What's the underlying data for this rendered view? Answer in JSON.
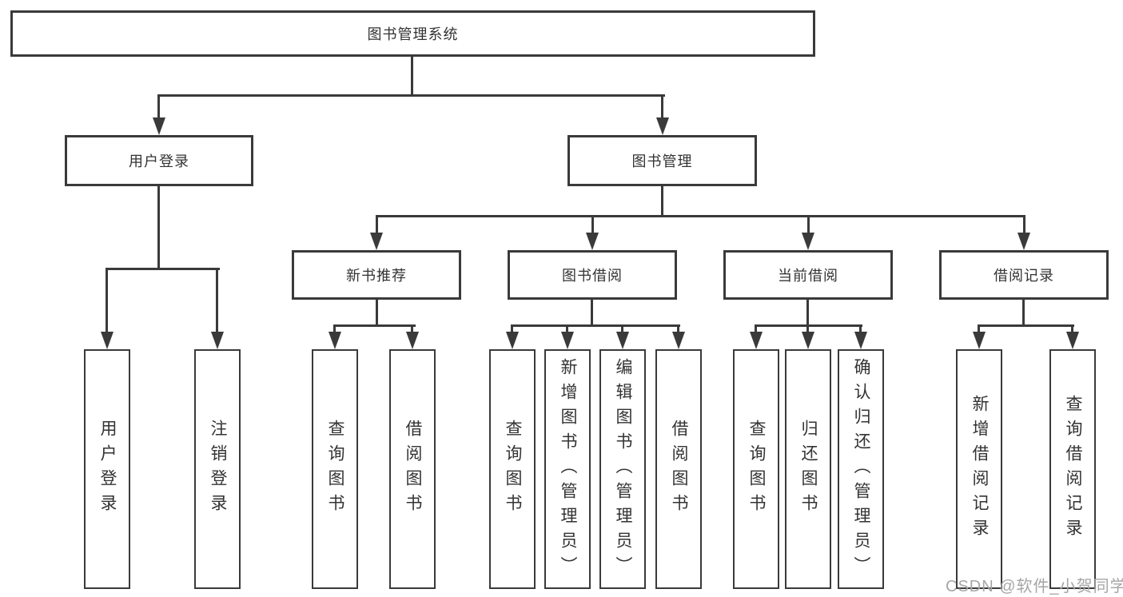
{
  "diagram": {
    "title": "图书管理系统",
    "watermark": "CSDN @软件_小贺同学",
    "colors": {
      "line": "#3a3a3a",
      "box_border": "#3a3a3a",
      "text": "#333333",
      "background": "#ffffff",
      "watermark": "#a6a6a6"
    }
  },
  "nodes": {
    "root": {
      "label": "图书管理系统"
    },
    "user_login": {
      "label": "用户登录"
    },
    "book_mgmt": {
      "label": "图书管理"
    },
    "new_book_rec": {
      "label": "新书推荐"
    },
    "book_borrow": {
      "label": "图书借阅"
    },
    "current_borrow": {
      "label": "当前借阅"
    },
    "borrow_record": {
      "label": "借阅记录"
    },
    "leaf_user_login": {
      "label": "用户登录"
    },
    "leaf_logout": {
      "label": "注销登录"
    },
    "leaf_query_book_rec": {
      "label": "查询图书"
    },
    "leaf_borrow_book_rec": {
      "label": "借阅图书"
    },
    "leaf_query_book_borrow": {
      "label": "查询图书"
    },
    "leaf_add_book": {
      "label": "新增图书（管理员）"
    },
    "leaf_edit_book": {
      "label": "编辑图书（管理员）"
    },
    "leaf_borrow_book_borrow": {
      "label": "借阅图书"
    },
    "leaf_query_book_current": {
      "label": "查询图书"
    },
    "leaf_return_book": {
      "label": "归还图书"
    },
    "leaf_confirm_return": {
      "label": "确认归还（管理员）"
    },
    "leaf_add_borrow_record": {
      "label": "新增借阅记录"
    },
    "leaf_query_borrow_record": {
      "label": "查询借阅记录"
    }
  }
}
